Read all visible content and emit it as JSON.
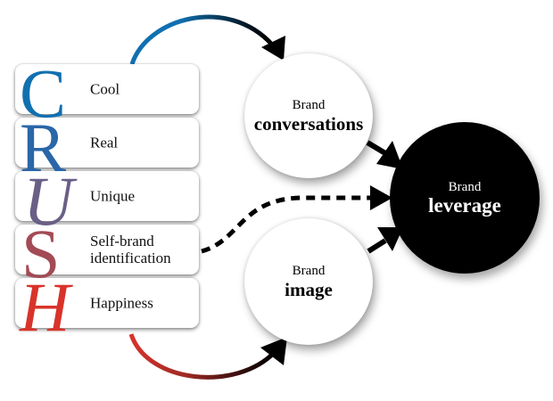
{
  "diagram": {
    "acronym": [
      "C",
      "R",
      "U",
      "S",
      "H"
    ],
    "acronym_colors": [
      "#1070b0",
      "#2a66a8",
      "#6a5f86",
      "#a34a55",
      "#d8332a"
    ],
    "factors": [
      {
        "label": "Cool"
      },
      {
        "label": "Real"
      },
      {
        "label": "Unique"
      },
      {
        "label": "Self-brand\nidentification"
      },
      {
        "label": "Happiness"
      }
    ],
    "nodes": {
      "conversations": {
        "line1": "Brand",
        "line2": "conversations"
      },
      "image": {
        "line1": "Brand",
        "line2": "image"
      },
      "leverage": {
        "line1": "Brand",
        "line2": "leverage"
      }
    },
    "edges": [
      {
        "from": "Cool",
        "to": "Brand conversations",
        "style": "solid",
        "gradient": [
          "#1070b0",
          "#000000"
        ]
      },
      {
        "from": "Happiness",
        "to": "Brand image",
        "style": "solid",
        "gradient": [
          "#d8332a",
          "#000000"
        ]
      },
      {
        "from": "Self-brand identification",
        "to": "Brand leverage",
        "style": "dashed"
      },
      {
        "from": "Brand conversations",
        "to": "Brand leverage",
        "style": "solid"
      },
      {
        "from": "Brand image",
        "to": "Brand leverage",
        "style": "solid"
      }
    ]
  }
}
